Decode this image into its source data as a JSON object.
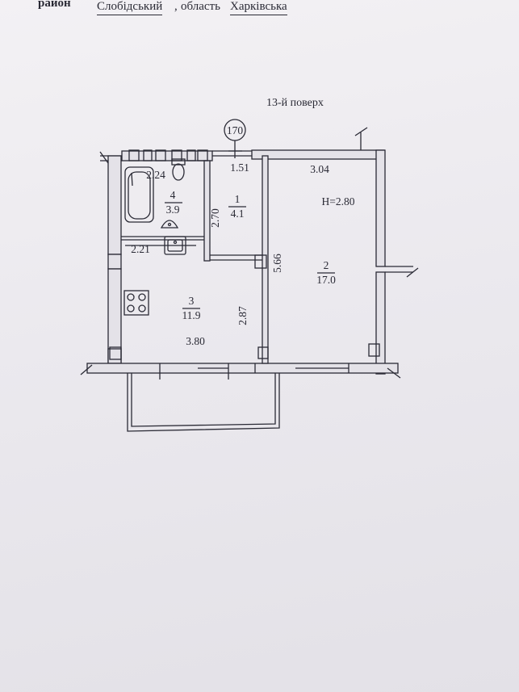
{
  "header": {
    "district_label": "район",
    "district_value": "Слобідський",
    "comma": ",",
    "region_label": "область",
    "region_value": "Харківська"
  },
  "floor": "13-й поверх",
  "unit_number": "170",
  "rooms": [
    {
      "number": "1",
      "area": "4.1"
    },
    {
      "number": "2",
      "area": "17.0"
    },
    {
      "number": "3",
      "area": "11.9"
    },
    {
      "number": "4",
      "area": "3.9"
    }
  ],
  "dimensions": {
    "bath_width": "2.24",
    "hall_width": "1.51",
    "hall_length": "2.70",
    "room2_width": "3.04",
    "room2_length": "5.66",
    "kitchen_top": "2.21",
    "kitchen_width": "3.80",
    "kitchen_length": "2.87",
    "ceiling_height": "H=2.80"
  },
  "colors": {
    "line": "#2a2a35",
    "paper": "#efedf1"
  }
}
